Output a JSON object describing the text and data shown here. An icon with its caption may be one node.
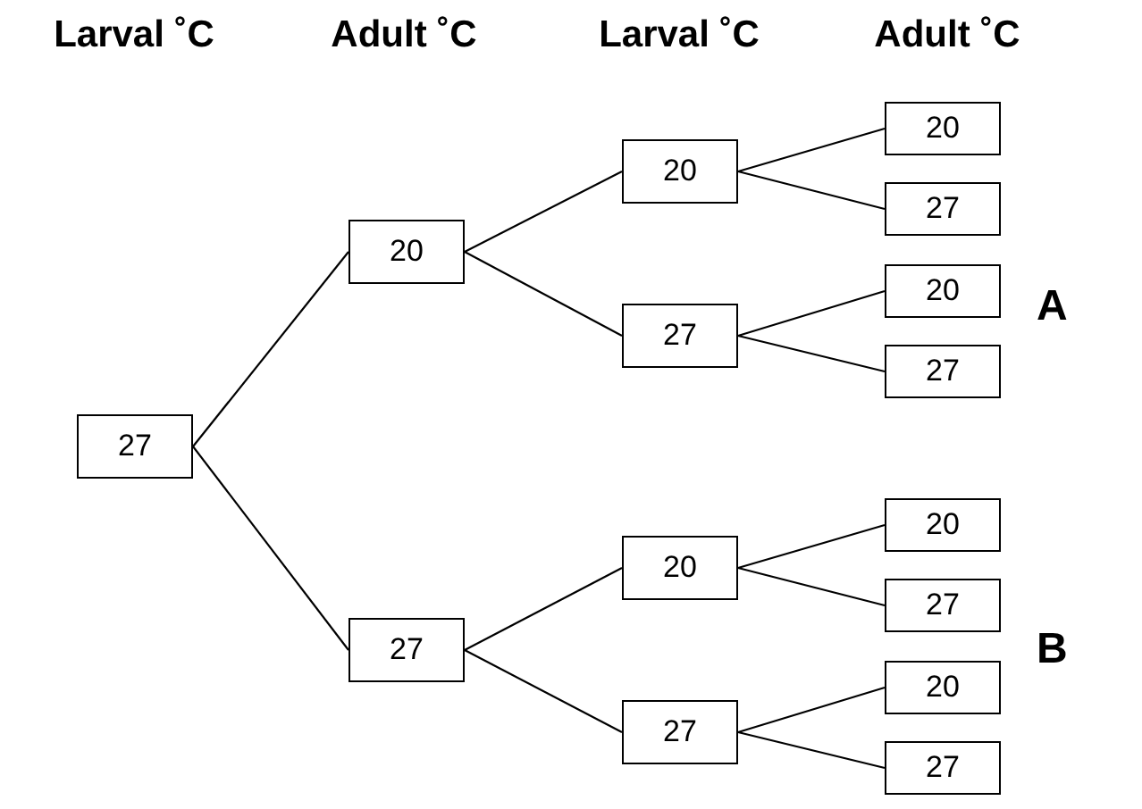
{
  "diagram": {
    "nodes": [
      {
        "text": [
          "27"
        ]
      },
      {
        "text": [
          "20"
        ]
      },
      {
        "text": [
          "27"
        ]
      },
      {
        "text": [
          "20"
        ]
      },
      {
        "text": [
          "27"
        ]
      },
      {
        "text": [
          "20"
        ]
      },
      {
        "text": [
          "27"
        ]
      },
      {
        "text": [
          "20"
        ]
      },
      {
        "text": [
          "27"
        ]
      },
      {
        "text": [
          "20"
        ]
      },
      {
        "text": [
          "27"
        ]
      },
      {
        "text": [
          "20"
        ]
      },
      {
        "text": [
          "27"
        ]
      },
      {
        "text": [
          "20"
        ]
      },
      {
        "text": [
          "27"
        ]
      }
    ],
    "edges": [
      {
        "from": 0,
        "to": 1,
        "arrow": "none"
      },
      {
        "from": 0,
        "to": 2,
        "arrow": "none"
      },
      {
        "from": 1,
        "to": 3,
        "arrow": "none"
      },
      {
        "from": 1,
        "to": 4,
        "arrow": "none"
      },
      {
        "from": 2,
        "to": 5,
        "arrow": "none"
      },
      {
        "from": 2,
        "to": 6,
        "arrow": "none"
      },
      {
        "from": 3,
        "to": 7,
        "arrow": "none"
      },
      {
        "from": 3,
        "to": 8,
        "arrow": "none"
      },
      {
        "from": 4,
        "to": 9,
        "arrow": "none"
      },
      {
        "from": 4,
        "to": 10,
        "arrow": "none"
      },
      {
        "from": 5,
        "to": 11,
        "arrow": "none"
      },
      {
        "from": 5,
        "to": 12,
        "arrow": "none"
      },
      {
        "from": 6,
        "to": 13,
        "arrow": "none"
      },
      {
        "from": 6,
        "to": 14,
        "arrow": "none"
      }
    ],
    "labels": [
      "Larval ˚C",
      "Adult ˚C",
      "Larval ˚C",
      "Adult ˚C",
      "A",
      "B"
    ]
  }
}
